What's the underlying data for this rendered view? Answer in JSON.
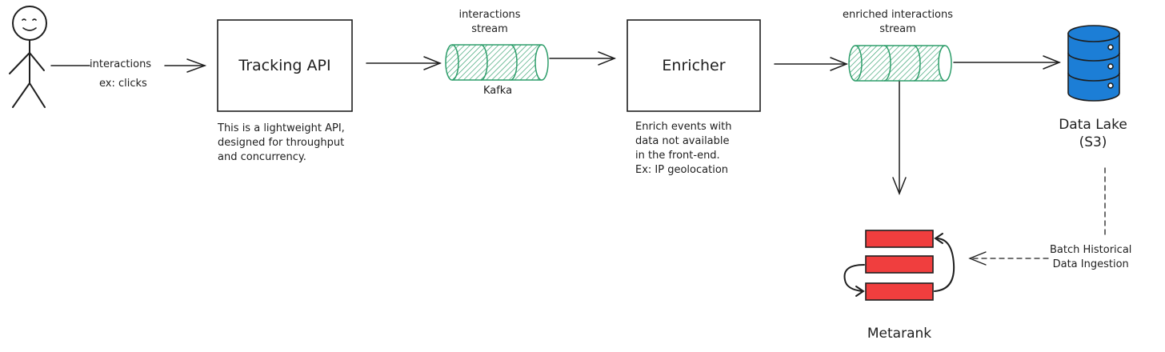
{
  "actor": {
    "input_label": "interactions",
    "input_example": "ex: clicks"
  },
  "tracking_api": {
    "title": "Tracking API",
    "note": [
      "This is a lightweight API,",
      "designed  for throughput",
      "and concurrency."
    ]
  },
  "interactions_stream": {
    "label": [
      "interactions",
      "stream"
    ],
    "technology": "Kafka"
  },
  "enricher": {
    "title": "Enricher",
    "note": [
      "Enrich events with",
      "data not available",
      "in the front-end.",
      "Ex: IP geolocation"
    ]
  },
  "enriched_stream": {
    "label": [
      "enriched interactions",
      "stream"
    ]
  },
  "data_lake": {
    "label": [
      "Data Lake",
      "(S3)"
    ]
  },
  "batch_ingestion": {
    "label": [
      "Batch Historical",
      "Data Ingestion"
    ]
  },
  "metarank": {
    "label": "Metarank"
  },
  "colors": {
    "ink": "#1e1e1e",
    "stream_green": "#2f9e6b",
    "stream_fill": "#b2f2d3",
    "db_blue": "#1c7ed6",
    "metarank_red": "#f03e3e"
  }
}
